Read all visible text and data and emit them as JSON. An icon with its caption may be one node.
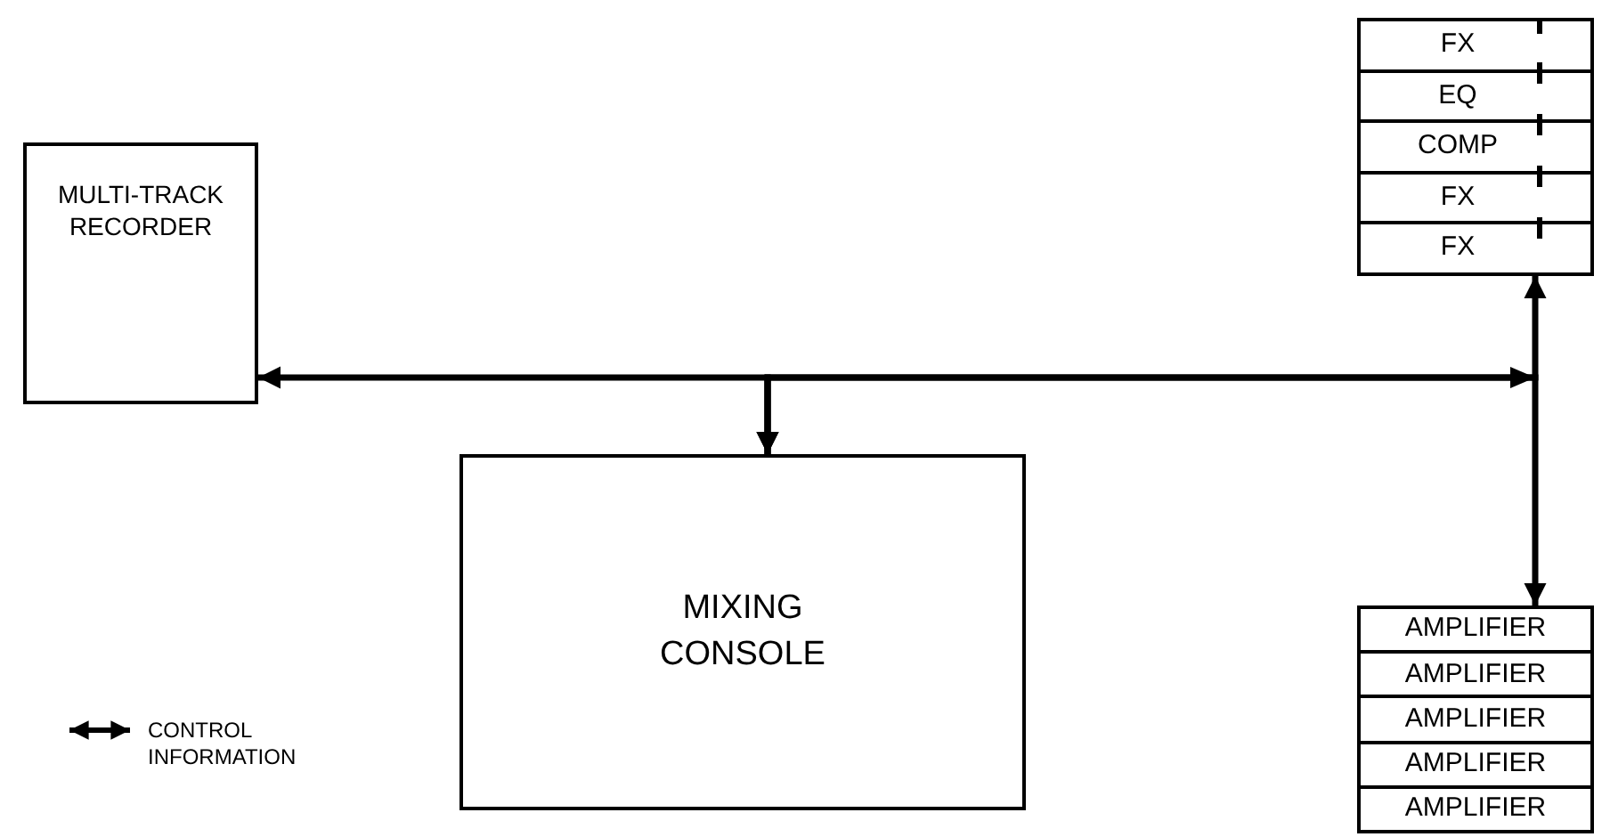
{
  "diagram": {
    "nodes": [
      {
        "text": [
          "MULTI-TRACK RECORDER"
        ]
      },
      {
        "text": [
          "MIXING CONSOLE"
        ]
      },
      {
        "text": [],
        "shape": "box"
      },
      {
        "text": [
          "FX"
        ],
        "in": 2
      },
      {
        "text": [
          "EQ"
        ],
        "in": 2
      },
      {
        "text": [
          "COMP"
        ],
        "in": 2
      },
      {
        "text": [
          "FX"
        ],
        "in": 2
      },
      {
        "text": [
          "FX"
        ],
        "in": 2
      },
      {
        "text": [],
        "shape": "box"
      },
      {
        "text": [
          "AMPLIFIER"
        ],
        "in": 8
      },
      {
        "text": [
          "AMPLIFIER"
        ],
        "in": 8
      },
      {
        "text": [
          "AMPLIFIER"
        ],
        "in": 8
      },
      {
        "text": [
          "AMPLIFIER"
        ],
        "in": 8
      },
      {
        "text": [
          "AMPLIFIER"
        ],
        "in": 8
      }
    ],
    "edges": [
      {
        "from": 1,
        "to": 0,
        "arrow": "both"
      },
      {
        "from": 1,
        "to": 2,
        "arrow": "both"
      },
      {
        "from": 1,
        "to": 8,
        "arrow": "both"
      }
    ],
    "legend": [
      {
        "text": "CONTROL INFORMATION"
      }
    ]
  }
}
